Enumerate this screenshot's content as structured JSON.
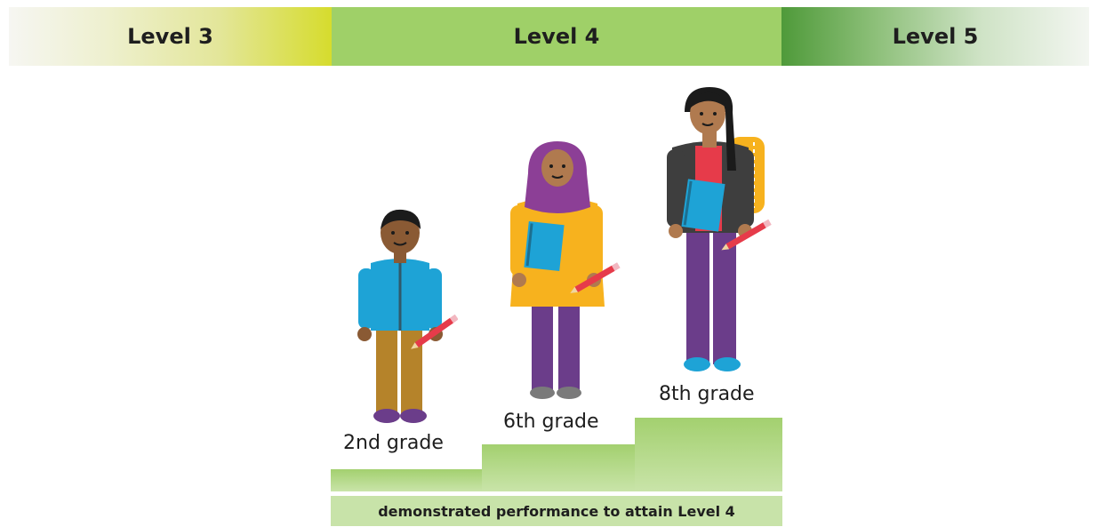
{
  "levels": [
    {
      "label": "Level 3"
    },
    {
      "label": "Level 4"
    },
    {
      "label": "Level 5"
    }
  ],
  "students": [
    {
      "grade": "2nd grade"
    },
    {
      "grade": "6th grade"
    },
    {
      "grade": "8th grade"
    }
  ],
  "caption": "demonstrated performance to attain Level 4",
  "colors": {
    "level3_accent": "#d6dc2d",
    "level4": "#9fd068",
    "level5_accent": "#4f9a3a",
    "step_green": "#a3d06f"
  }
}
